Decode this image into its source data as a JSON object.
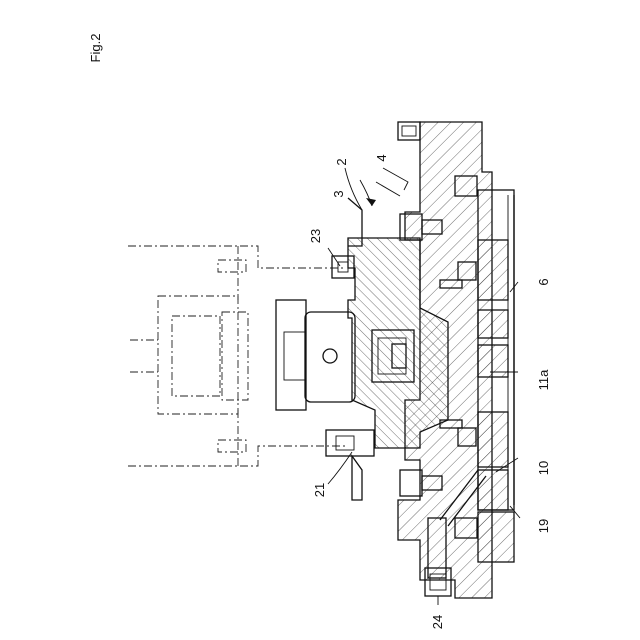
{
  "figure": {
    "label": "Fig.2"
  },
  "callouts": [
    {
      "id": "ref-2",
      "text": "2"
    },
    {
      "id": "ref-3",
      "text": "3"
    },
    {
      "id": "ref-4",
      "text": "4"
    },
    {
      "id": "ref-6",
      "text": "6"
    },
    {
      "id": "ref-10",
      "text": "10"
    },
    {
      "id": "ref-11a",
      "text": "11a"
    },
    {
      "id": "ref-19",
      "text": "19"
    },
    {
      "id": "ref-21",
      "text": "21"
    },
    {
      "id": "ref-23",
      "text": "23"
    },
    {
      "id": "ref-24",
      "text": "24"
    }
  ]
}
